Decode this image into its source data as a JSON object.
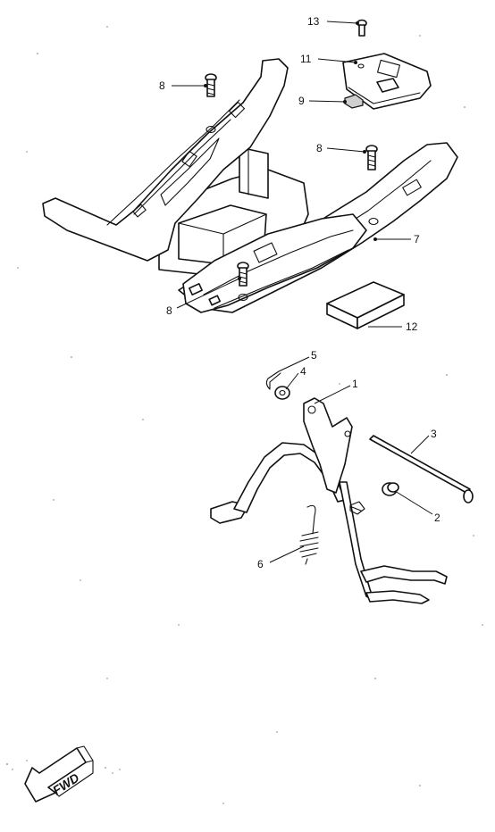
{
  "callouts": {
    "c1": "1",
    "c2": "2",
    "c3": "3",
    "c4": "4",
    "c5": "5",
    "c6": "6",
    "c7": "7",
    "c8a": "8",
    "c8b": "8",
    "c8c": "8",
    "c9": "9",
    "c11": "11",
    "c12": "12",
    "c13": "13"
  },
  "fwd_arrow": {
    "label": "FWD"
  }
}
